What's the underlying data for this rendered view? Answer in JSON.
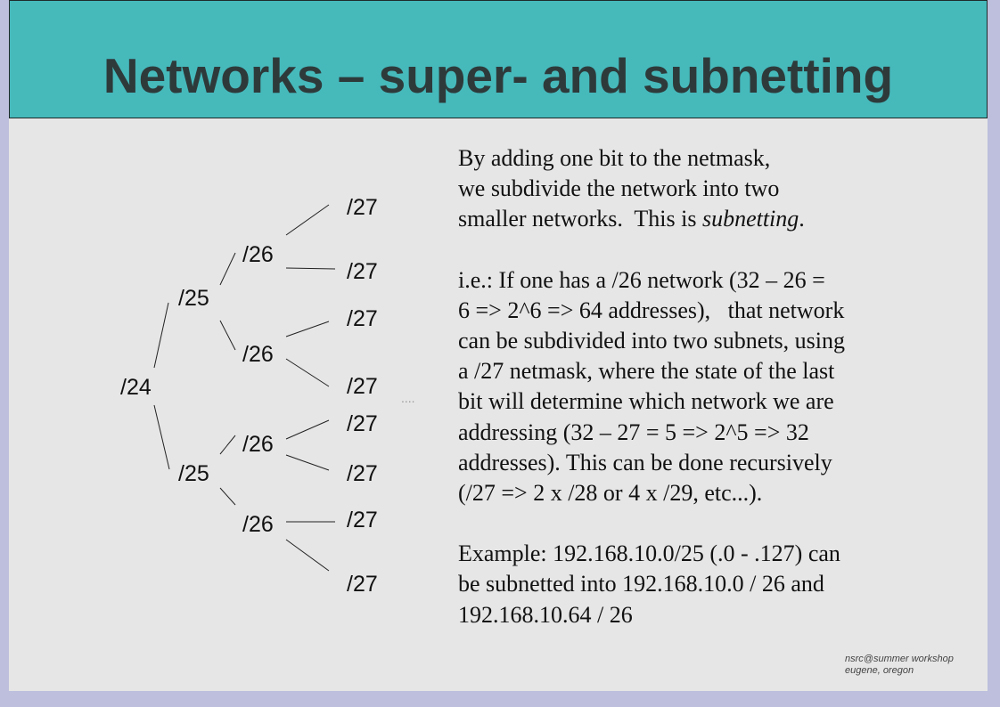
{
  "title": "Networks – super- and subnetting",
  "tree": {
    "root": "/24",
    "level25": [
      "/25",
      "/25"
    ],
    "level26": [
      "/26",
      "/26",
      "/26",
      "/26"
    ],
    "level27": [
      "/27",
      "/27",
      "/27",
      "/27",
      "/27",
      "/27",
      "/27",
      "/27"
    ],
    "ellipsis": "...."
  },
  "text": {
    "p1_lines": [
      "By adding one bit to the netmask,",
      "we subdivide the network into two"
    ],
    "p1_line3_prefix": "smaller networks.  This is ",
    "p1_line3_em": "subnetting",
    "p1_line3_suffix": ".",
    "p2_lines": [
      "i.e.: If one has a /26 network (32 – 26 =",
      "6 => 2^6 => 64 addresses),   that network",
      "can be subdivided into two subnets, using",
      "a /27 netmask, where the state of the last",
      "bit will determine which network we are",
      "addressing (32 – 27 = 5 => 2^5 => 32",
      "addresses).  This can be done recursively",
      "(/27 => 2 x /28 or 4 x /29, etc...)."
    ],
    "p3_lines": [
      "Example: 192.168.10.0/25 (.0 - .127) can",
      "be subnetted into 192.168.10.0 / 26 and",
      "192.168.10.64 / 26"
    ]
  },
  "footer": {
    "line1": "nsrc@summer workshop",
    "line2": "eugene, oregon"
  }
}
